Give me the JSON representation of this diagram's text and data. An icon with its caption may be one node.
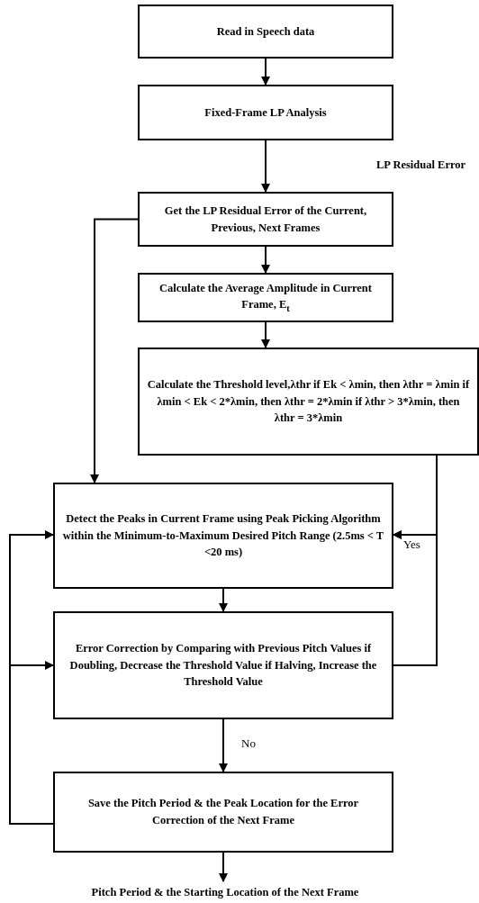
{
  "diagram": {
    "nodes": [
      {
        "text": [
          "Read in Speech data"
        ]
      },
      {
        "text": [
          "Fixed-Frame LP Analysis"
        ]
      },
      {
        "text": [
          "Get the LP Residual Error of the Current, Previous, Next Frames"
        ]
      },
      {
        "text": [
          "Calculate the Average Amplitude in Current Frame, E$_{t}$"
        ]
      },
      {
        "text": [
          "Calculate the Threshold level,λthr if Ek < λmin, then λthr = λmin if λmin < Ek < 2*λmin, then λthr = 2*λmin if λthr > 3*λmin, then λthr = 3*λmin"
        ]
      },
      {
        "text": [
          "Detect the Peaks in Current Frame using Peak Picking Algorithm within the Minimum-to-Maximum Desired Pitch Range (2.5ms < T <20 ms)"
        ]
      },
      {
        "text": [
          "Error Correction by Comparing with Previous Pitch Values if Doubling, Decrease the Threshold Value if Halving, Increase the Threshold Value"
        ]
      },
      {
        "text": [
          "Save the Pitch Period & the Peak Location for the Error Correction of the Next Frame"
        ]
      },
      {
        "text": [
          "Pitch Period & the Starting Location of the Next Frame"
        ]
      }
    ],
    "edges": [
      {
        "from": 0,
        "to": 1,
        "arrow": "to"
      },
      {
        "from": 1,
        "to": 2,
        "arrow": "to"
      },
      {
        "from": 2,
        "to": 3,
        "arrow": "to"
      },
      {
        "from": 3,
        "to": 4,
        "arrow": "to"
      },
      {
        "from": 2,
        "to": 5,
        "arrow": "to"
      },
      {
        "from": 4,
        "to": 5,
        "arrow": "to"
      },
      {
        "from": 5,
        "to": 6,
        "arrow": "to"
      },
      {
        "from": 6,
        "to": 5,
        "arrow": "to",
        "label": "Yes"
      },
      {
        "from": 6,
        "to": 7,
        "arrow": "to",
        "label": "No"
      },
      {
        "from": 7,
        "to": 5,
        "arrow": "to"
      },
      {
        "from": 7,
        "to": 6,
        "arrow": "to"
      },
      {
        "from": 7,
        "to": 8,
        "arrow": "to"
      }
    ],
    "labels": [
      "LP Residual Error"
    ]
  }
}
